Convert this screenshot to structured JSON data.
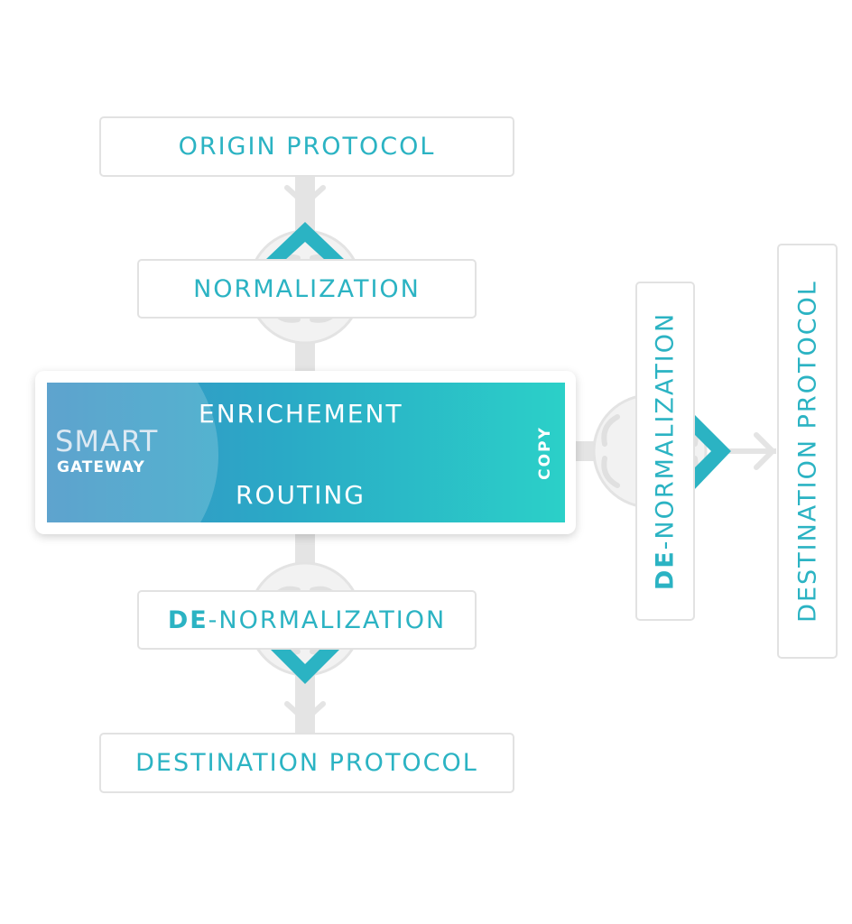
{
  "colors": {
    "accent": "#2bb3c3",
    "connector": "#e4e4e4",
    "gateway_start": "#3b8fc4",
    "gateway_end": "#2bd0c8"
  },
  "nodes": {
    "origin_protocol": "ORIGIN PROTOCOL",
    "normalization": "NORMALIZATION",
    "denormalization_prefix": "DE",
    "denormalization_rest": "-NORMALIZATION",
    "destination_protocol": "DESTINATION PROTOCOL",
    "side_denormalization_prefix": "DE",
    "side_denormalization_rest": "-NORMALIZATION",
    "side_destination_protocol": "DESTINATION PROTOCOL"
  },
  "gateway": {
    "smart": "SMART",
    "gateway": "GATEWAY",
    "enrichment": "ENRICHEMENT",
    "routing": "ROUTING",
    "copy": "COPY"
  },
  "icons": [
    "plug-connector-icon",
    "up-chevron-icon",
    "down-chevron-icon",
    "right-chevron-icon",
    "arrow-down-icon",
    "arrow-right-icon"
  ]
}
